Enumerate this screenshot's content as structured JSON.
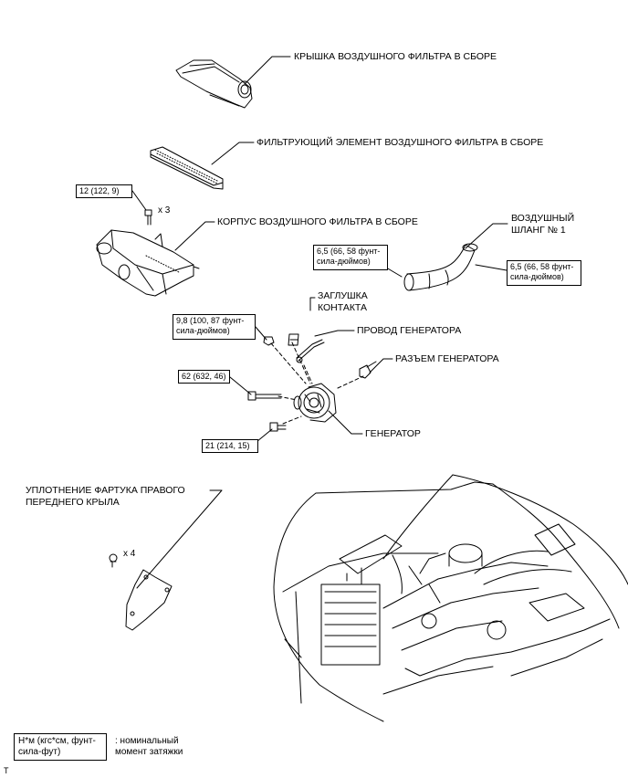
{
  "labels": {
    "air_cleaner_cap": "КРЫШКА ВОЗДУШНОГО ФИЛЬТРА В СБОРЕ",
    "filter_element": "ФИЛЬТРУЮЩИЙ ЭЛЕМЕНТ ВОЗДУШНОГО ФИЛЬТРА В СБОРЕ",
    "air_cleaner_case": "КОРПУС ВОЗДУШНОГО ФИЛЬТРА В СБОРЕ",
    "air_hose_line1": "ВОЗДУШНЫЙ",
    "air_hose_line2": "ШЛАНГ № 1",
    "terminal_cap_line1": "ЗАГЛУШКА",
    "terminal_cap_line2": "КОНТАКТА",
    "generator_wire": "ПРОВОД ГЕНЕРАТОРА",
    "generator_connector": "РАЗЪЕМ ГЕНЕРАТОРА",
    "generator": "ГЕНЕРАТОР",
    "fender_seal_line1": "УПЛОТНЕНИЕ ФАРТУКА ПРАВОГО",
    "fender_seal_line2": "ПЕРЕДНЕГО КРЫЛА"
  },
  "quantities": {
    "case_bolts": "x 3",
    "fender_clips": "x 4"
  },
  "torques": {
    "case_bolt": "12 (122, 9)",
    "hose_left_line1": "6,5 (66, 58 фунт-",
    "hose_left_line2": "сила-дюймов)",
    "hose_right_line1": "6,5 (66, 58 фунт-",
    "hose_right_line2": "сила-дюймов)",
    "terminal_nut_line1": "9,8 (100, 87 фунт-",
    "terminal_nut_line2": "сила-дюймов)",
    "generator_long_bolt": "62 (632, 46)",
    "generator_short_bolt": "21 (214, 15)"
  },
  "legend": {
    "unit_line1": "Н*м (кгс*см, фунт-",
    "unit_line2": "сила-фут)",
    "desc_line1": ": номинальный",
    "desc_line2": "момент затяжки"
  },
  "footer_mark": "T"
}
